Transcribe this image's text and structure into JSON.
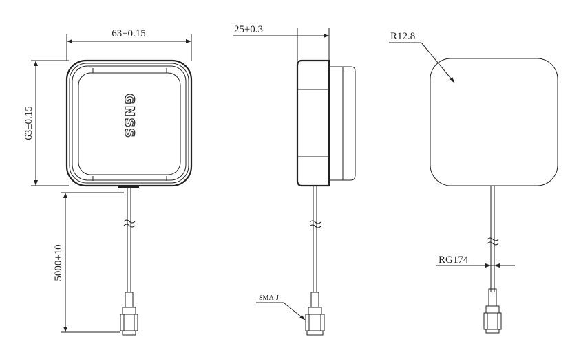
{
  "front_view": {
    "width_dim": "63±0.15",
    "height_dim": "63±0.15",
    "cable_dim": "5000±10",
    "logo_text": "GNSS"
  },
  "side_view": {
    "thickness_dim": "25±0.3",
    "connector_label": "SMA-J"
  },
  "back_view": {
    "radius_label": "R12.8",
    "cable_label": "RG174"
  }
}
